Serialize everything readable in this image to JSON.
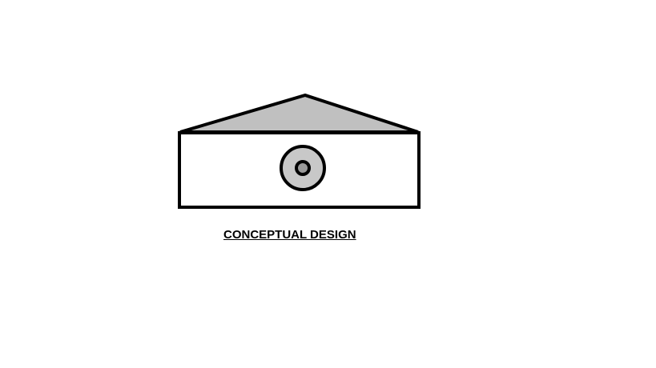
{
  "diagram": {
    "caption": "CONCEPTUAL DESIGN",
    "colors": {
      "stroke": "#000000",
      "roof_fill": "#c0c0c0",
      "body_fill": "#ffffff",
      "lens_fill": "#c8c8c8",
      "background": "#ffffff"
    },
    "shapes": [
      "roof-triangle",
      "body-rectangle",
      "outer-circle",
      "inner-circle"
    ]
  }
}
